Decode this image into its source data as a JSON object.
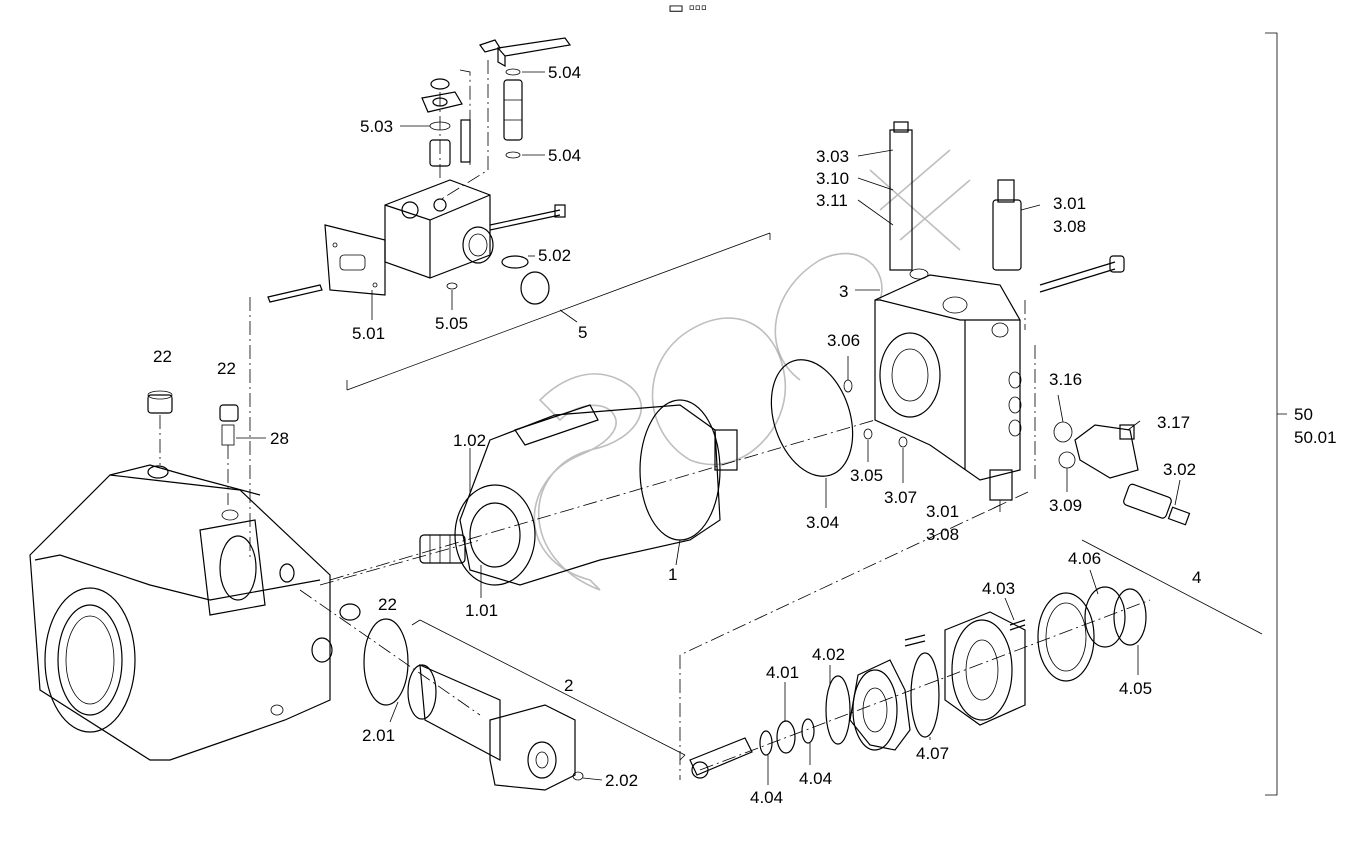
{
  "header": {
    "mark": "▭ ▫▫▫"
  },
  "groups": {
    "g5": "5",
    "g4": "4",
    "g2": "2",
    "g50": "50",
    "g5001": "50.01"
  },
  "labels": {
    "l504a": "5.04",
    "l504b": "5.04",
    "l503": "5.03",
    "l502": "5.02",
    "l501": "5.01",
    "l505": "5.05",
    "l22a": "22",
    "l22b": "22",
    "l28": "28",
    "l102": "1.02",
    "l101": "1.01",
    "l1": "1",
    "l22c": "22",
    "l201": "2.01",
    "l202": "2.02",
    "l303": "3.03",
    "l310": "3.10",
    "l311": "3.11",
    "l3": "3",
    "l306": "3.06",
    "l301a": "3.01",
    "l308a": "3.08",
    "l316": "3.16",
    "l317": "3.17",
    "l305": "3.05",
    "l307": "3.07",
    "l304": "3.04",
    "l301b": "3.01",
    "l308b": "3.08",
    "l302": "3.02",
    "l309": "3.09",
    "l406": "4.06",
    "l403": "4.03",
    "l402": "4.02",
    "l401": "4.01",
    "l405": "4.05",
    "l407": "4.07",
    "l404a": "4.04",
    "l404b": "4.04"
  },
  "watermark": {
    "text": "SO"
  }
}
